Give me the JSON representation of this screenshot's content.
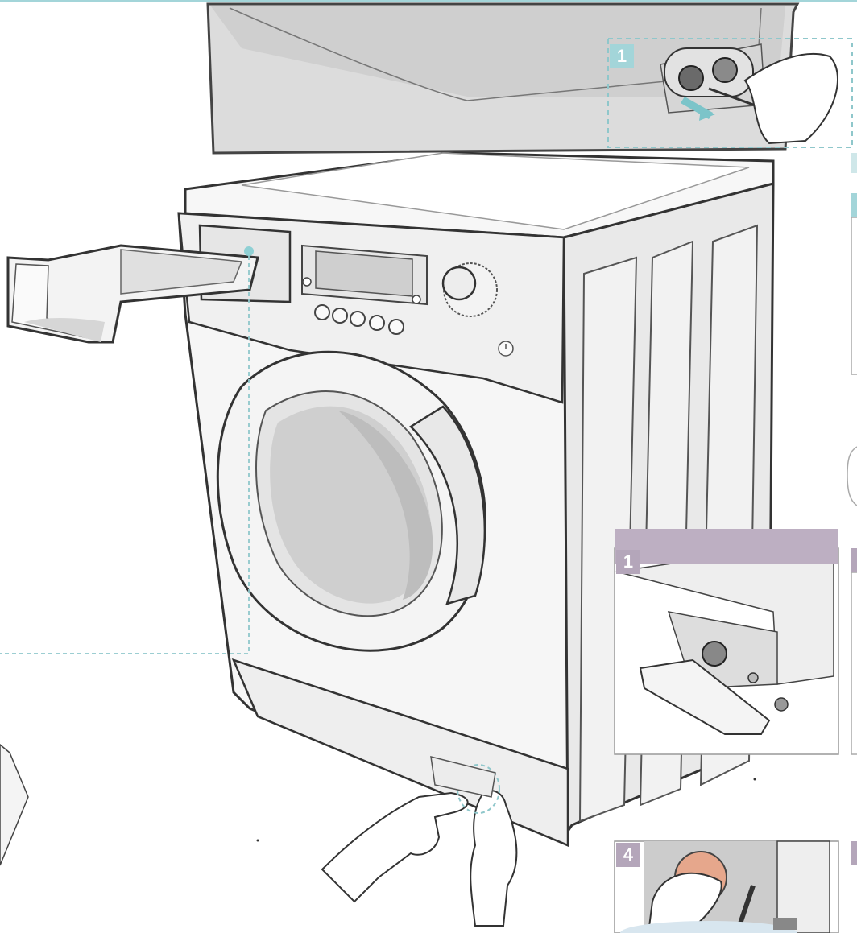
{
  "steps": {
    "pipe_step_label": "1",
    "filter_step_1_label": "1",
    "filter_step_4_label": "4"
  },
  "colors": {
    "teal_accent": "#a3d5d9",
    "purple_accent": "#b4a6ba",
    "panel_header": "#bdafc2",
    "outline": "#444444",
    "machine_body": "#f4f4f4",
    "wall": "#dcdcdc"
  },
  "icons": [
    "power-icon",
    "dial-icon",
    "hand-icon",
    "wrench-icon",
    "filter-cap-icon",
    "arrow-icon"
  ]
}
